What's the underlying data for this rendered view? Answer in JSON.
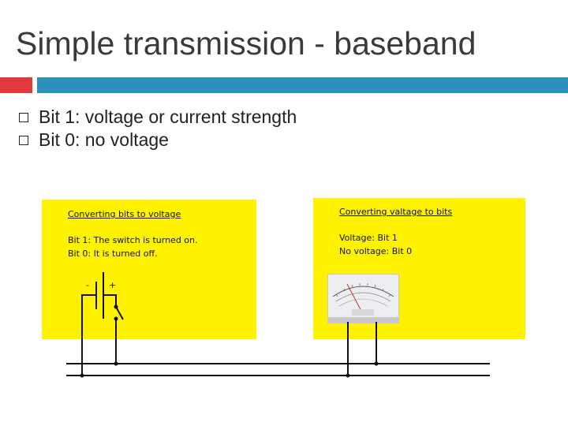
{
  "slide": {
    "title": "Simple transmission - baseband",
    "bullets": [
      {
        "text": "Bit 1: voltage or current strength",
        "icon": "square-bullet-icon"
      },
      {
        "text": "Bit 0: no voltage",
        "icon": "square-bullet-icon"
      }
    ],
    "accent_colors": {
      "red": "#e03a3e",
      "blue": "#2d8fbd"
    }
  },
  "figure": {
    "left_panel": {
      "heading": "Converting bits to voltage",
      "line1": "Bit 1: The switch is turned on.",
      "line2": "Bit 0: It is turned off.",
      "minus": "-",
      "plus": "+"
    },
    "right_panel": {
      "heading": "Converting valtage to bits",
      "line1": "Voltage: Bit 1",
      "line2": "No voltage: Bit 0",
      "meter_icon": "analog-voltmeter-icon"
    },
    "panel_color": "#fff200"
  }
}
